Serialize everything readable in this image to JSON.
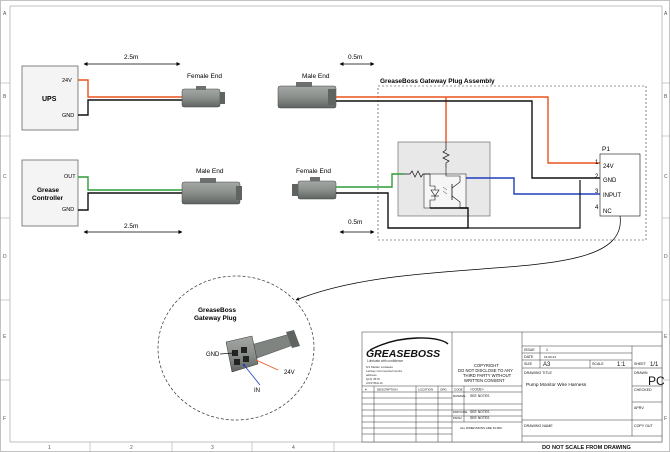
{
  "border": {
    "rows": [
      "A",
      "B",
      "C",
      "D",
      "E",
      "F"
    ],
    "cols": [
      "1",
      "2",
      "3",
      "4"
    ]
  },
  "dimensions": {
    "ups_cable": "2.5m",
    "grease_cable": "2.5m",
    "assembly_top": "0.5m",
    "assembly_bottom": "0.5m"
  },
  "devices": {
    "ups": {
      "name": "UPS",
      "pin_24v": "24V",
      "pin_gnd": "GND"
    },
    "grease": {
      "name_line1": "Grease",
      "name_line2": "Controller",
      "pin_out": "OUT",
      "pin_gnd": "GND"
    }
  },
  "connectors": {
    "ups_end": "Female End",
    "grease_end": "Male End",
    "assembly_top_end": "Male End",
    "assembly_bottom_end": "Female End"
  },
  "assembly": {
    "title": "GreaseBoss Gateway Plug Assembly",
    "p1": "P1",
    "pins": [
      {
        "num": "1",
        "label": "24V"
      },
      {
        "num": "2",
        "label": "GND"
      },
      {
        "num": "3",
        "label": "INPUT"
      },
      {
        "num": "4",
        "label": "NC"
      }
    ]
  },
  "detail": {
    "title_line1": "GreaseBoss",
    "title_line2": "Gateway Plug",
    "gnd": "GND",
    "v24": "24V",
    "in": "IN"
  },
  "title_block": {
    "logo": "GREASEBOSS",
    "tagline": "Lubricate with confidence",
    "address": [
      "6/1 Metlan Lodawas",
      "Lebsay Commercial Centre",
      "address",
      "QLD 4570",
      "AUSTRALIA"
    ],
    "rev_headers": [
      "#",
      "DESCRIPTION",
      "LOCATION",
      "ORG",
      "CODE"
    ],
    "copyright": [
      "COPYRIGHT",
      "DO NOT DISCLOSE TO ANY",
      "THIRD PARTY WITHOUT",
      "WRITTEN CONSENT"
    ],
    "code_value": "<CODE>",
    "material_label": "MATERIAL",
    "material_value": "SEE NOTES",
    "partcode_label": "PARTCODE",
    "partcode_value": "SEE NOTES",
    "finish_label": "FINISH",
    "finish_value": "SEE NOTES",
    "dims_note": "ALL DIMENSIONS ARE IN MM",
    "issue_label": "ISSUE",
    "issue_value": "1",
    "date_label": "DATE",
    "date_value": "16-06-23",
    "size_label": "SIZE",
    "size_value": "A3",
    "scale_label": "SCALE",
    "scale_value": "1:1",
    "sheet_label": "SHEET",
    "sheet_value": "1/1",
    "drawing_title_label": "DRAWING TITLE",
    "drawing_title_value": "Pump Monitor Wire Harness",
    "drawn_label": "DRAWN",
    "drawn_value": "PC",
    "checked_label": "CHECKED",
    "aprv_label": "APRV.",
    "drawing_name_label": "DRAWING NAME",
    "copy_out_label": "COPY OUT",
    "footer": "DO NOT SCALE FROM DRAWING"
  },
  "colors": {
    "wire_24v": "#e8531f",
    "wire_gnd": "#111111",
    "wire_out": "#2e9b3a",
    "wire_input": "#1f3ec0",
    "connector_grey": "#8a8f8c"
  }
}
